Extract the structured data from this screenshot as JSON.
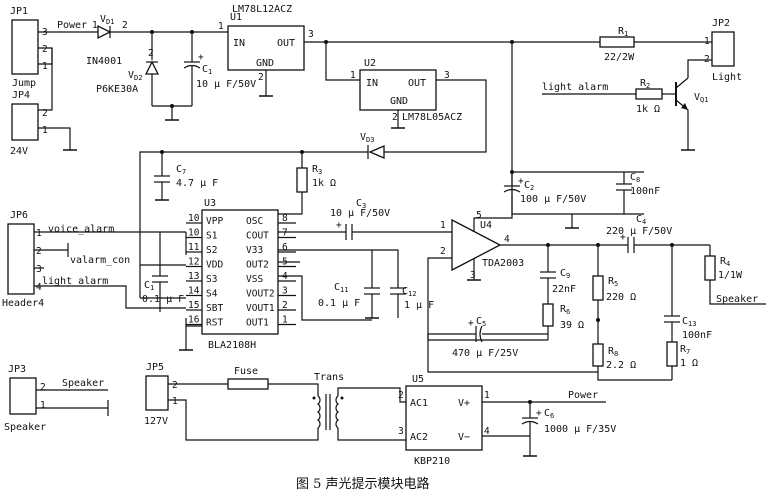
{
  "caption": "图 5   声光提示模块电路",
  "connectors": {
    "jp1": {
      "ref": "JP1",
      "name": "Jump",
      "pins": [
        "3",
        "2",
        "1"
      ]
    },
    "jp4": {
      "ref": "JP4",
      "name": "24V",
      "pins": [
        "2",
        "1"
      ]
    },
    "jp6": {
      "ref": "JP6",
      "name": "Header4",
      "pins": [
        "1",
        "2",
        "3",
        "4"
      ]
    },
    "jp3": {
      "ref": "JP3",
      "name": "Speaker",
      "pins": [
        "2",
        "1"
      ]
    },
    "jp5": {
      "ref": "JP5",
      "name": "127V",
      "pins": [
        "2",
        "1"
      ]
    },
    "jp2": {
      "ref": "JP2",
      "name": "Light",
      "pins": [
        "1",
        "2"
      ]
    }
  },
  "nets": {
    "power1": "Power",
    "voice": "voice_alarm",
    "valarm": "valarm_con",
    "light": "light_alarm",
    "light_alarm_in": "light alarm",
    "speaker_net": "Speaker",
    "speaker_out": "Speaker",
    "power2": "Power"
  },
  "diodes": {
    "vd1": {
      "ref": "V",
      "sub": "D1",
      "value": "IN4001"
    },
    "vd2": {
      "ref": "V",
      "sub": "D2",
      "value": "P6KE30A"
    },
    "vd3": {
      "ref": "V",
      "sub": "D3"
    }
  },
  "u1": {
    "ref": "U1",
    "part": "LM78L12ACZ",
    "in": "IN",
    "out": "OUT",
    "gnd": "GND",
    "pin1": "1",
    "pin2": "2",
    "pin3": "3"
  },
  "u2": {
    "ref": "U2",
    "part": "LM78L05ACZ",
    "in": "IN",
    "out": "OUT",
    "gnd": "GND",
    "pin1": "1",
    "pin2": "2",
    "pin3": "3"
  },
  "u3": {
    "ref": "U3",
    "part": "BLA2108H",
    "left_pins": [
      {
        "name": "VPP",
        "num": "10"
      },
      {
        "name": "S1",
        "num": "10"
      },
      {
        "name": "S2",
        "num": "11"
      },
      {
        "name": "VDD",
        "num": "12"
      },
      {
        "name": "S3",
        "num": "13"
      },
      {
        "name": "S4",
        "num": "14"
      },
      {
        "name": "SBT",
        "num": "15"
      },
      {
        "name": "RST",
        "num": "16"
      }
    ],
    "right_pins": [
      {
        "name": "OSC",
        "num": "8"
      },
      {
        "name": "COUT",
        "num": "7"
      },
      {
        "name": "V33",
        "num": "6"
      },
      {
        "name": "OUT2",
        "num": "5"
      },
      {
        "name": "VSS",
        "num": "4"
      },
      {
        "name": "VOUT2",
        "num": "3"
      },
      {
        "name": "VOUT1",
        "num": "2"
      },
      {
        "name": "OUT1",
        "num": "1"
      }
    ]
  },
  "u4": {
    "ref": "U4",
    "part": "TDA2003",
    "pin1": "1",
    "pin2": "2",
    "pin3": "3",
    "pin4": "4",
    "pin5": "5"
  },
  "u5": {
    "ref": "U5",
    "part": "KBP210",
    "ac1": "AC1",
    "ac2": "AC2",
    "vp": "V+",
    "vm": "V−",
    "pin1": "1",
    "pin2": "2",
    "pin3": "3",
    "pin4": "4"
  },
  "caps": {
    "c1a": {
      "ref": "C",
      "sub": "1",
      "value": "10 μ F/50V"
    },
    "c1b": {
      "ref": "C",
      "sub": "1",
      "value": "0.1 μ F"
    },
    "c2": {
      "ref": "C",
      "sub": "2",
      "value": "100 μ F/50V"
    },
    "c3": {
      "ref": "C",
      "sub": "3",
      "value": "10 μ F/50V"
    },
    "c4": {
      "ref": "C",
      "sub": "4",
      "value": "220 μ F/50V"
    },
    "c5": {
      "ref": "C",
      "sub": "5",
      "value": "470 μ F/25V"
    },
    "c6": {
      "ref": "C",
      "sub": "6",
      "value": "1000 μ F/35V"
    },
    "c7": {
      "ref": "C",
      "sub": "7",
      "value": "4.7 μ F"
    },
    "c8": {
      "ref": "C",
      "sub": "8",
      "value": "100nF"
    },
    "c9": {
      "ref": "C",
      "sub": "9",
      "value": "22nF"
    },
    "c11": {
      "ref": "C",
      "sub": "11",
      "value": "0.1 μ F"
    },
    "c12": {
      "ref": "C",
      "sub": "12",
      "value": "1 μ F"
    },
    "c13": {
      "ref": "C",
      "sub": "13",
      "value": "100nF"
    }
  },
  "res": {
    "r1": {
      "ref": "R",
      "sub": "1",
      "value": "22/2W"
    },
    "r2": {
      "ref": "R",
      "sub": "2",
      "value": "1k Ω"
    },
    "r3": {
      "ref": "R",
      "sub": "3",
      "value": "1k Ω"
    },
    "r4": {
      "ref": "R",
      "sub": "4",
      "value": "1/1W"
    },
    "r5": {
      "ref": "R",
      "sub": "5",
      "value": "220 Ω"
    },
    "r6": {
      "ref": "R",
      "sub": "6",
      "value": "39 Ω"
    },
    "r7": {
      "ref": "R",
      "sub": "7",
      "value": "1 Ω"
    },
    "r8": {
      "ref": "R",
      "sub": "8",
      "value": "2.2 Ω"
    }
  },
  "vq1": {
    "ref": "V",
    "sub": "Q1"
  },
  "fuse": "Fuse",
  "trans": "Trans"
}
